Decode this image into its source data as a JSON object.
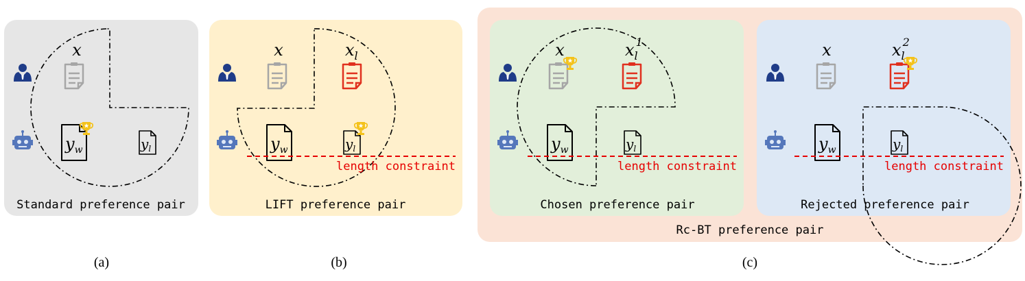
{
  "panels": {
    "a": {
      "caption": "Standard preference pair",
      "subfig": "(a)",
      "prompt_label": "x",
      "chosen_label": "y",
      "chosen_sub": "w",
      "rejected_label": "y",
      "rejected_sub": "l"
    },
    "b": {
      "caption": "LIFT preference pair",
      "subfig": "(b)",
      "prompt_label": "x",
      "prompt2_label": "x",
      "prompt2_sub": "l",
      "chosen_label": "y",
      "chosen_sub": "w",
      "rejected_label": "y",
      "rejected_sub": "l",
      "constraint_label": "length constraint"
    },
    "c_chosen": {
      "caption": "Chosen preference pair",
      "prompt_label": "x",
      "prompt2_label": "x",
      "prompt2_sub": "l",
      "prompt2_sup": "1",
      "chosen_label": "y",
      "chosen_sub": "w",
      "rejected_label": "y",
      "rejected_sub": "l",
      "constraint_label": "length constraint"
    },
    "c_rejected": {
      "caption": "Rejected preference pair",
      "prompt_label": "x",
      "prompt2_label": "x",
      "prompt2_sub": "l",
      "prompt2_sup": "2",
      "chosen_label": "y",
      "chosen_sub": "w",
      "rejected_label": "y",
      "rejected_sub": "l",
      "constraint_label": "length constraint"
    },
    "c": {
      "caption": "Rc-BT preference pair",
      "subfig": "(c)"
    }
  },
  "colors": {
    "panel_a_bg": "#e6e6e6",
    "panel_b_bg": "#fff0cc",
    "panel_c_outer_bg": "#fbe3d6",
    "panel_c_chosen_bg": "#e2efda",
    "panel_c_rejected_bg": "#dde8f5",
    "constraint": "#e60000",
    "user_icon": "#1f3c88",
    "robot_icon": "#5577bb",
    "trophy": "#f4c21b",
    "gray_doc": "#a6a6a6",
    "red_doc": "#e0301e"
  },
  "icons": [
    "user-icon",
    "robot-icon",
    "prompt-document-icon",
    "response-document-icon",
    "trophy-icon"
  ]
}
